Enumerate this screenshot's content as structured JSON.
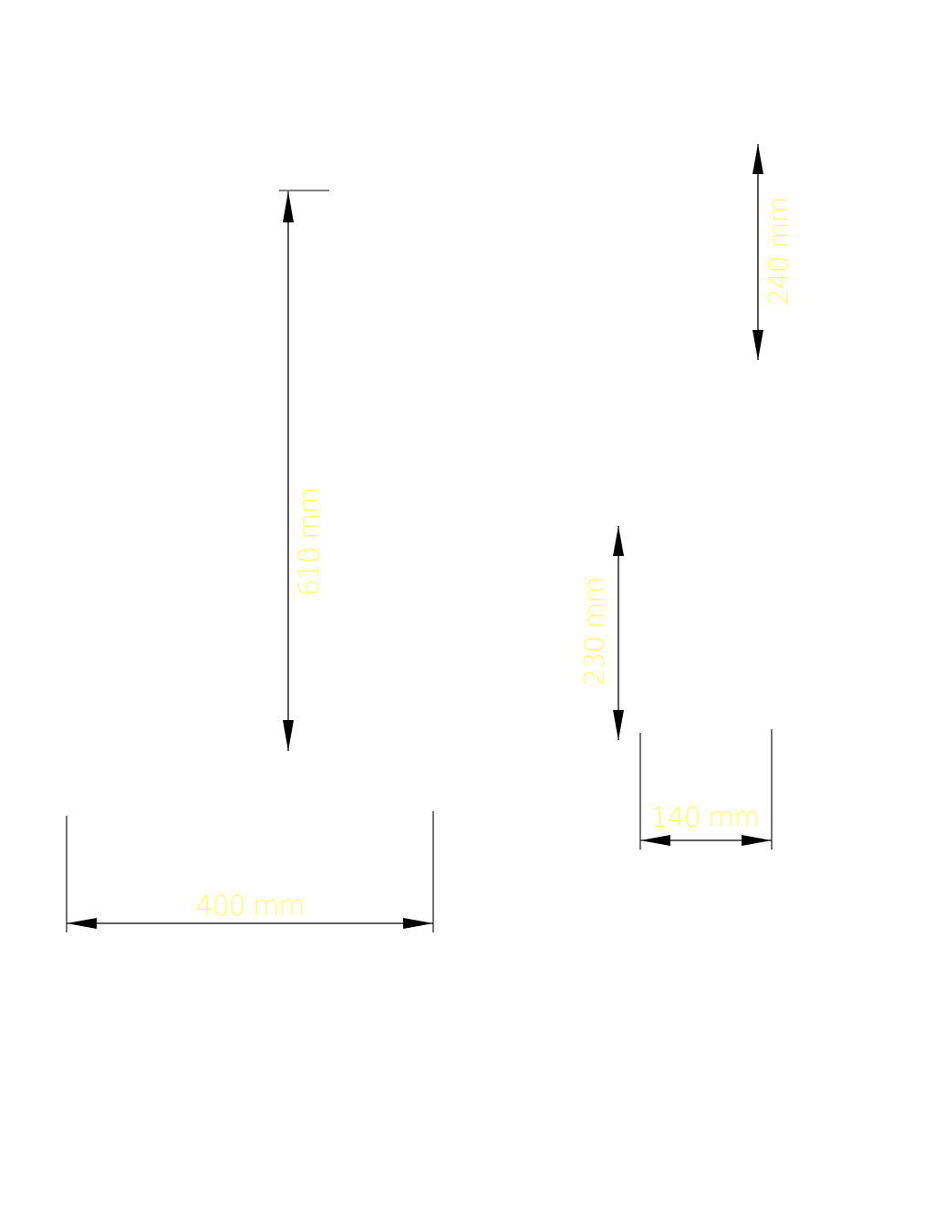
{
  "drawing": {
    "text_color": "#ffff66",
    "line_color": "#000000",
    "dimensions": {
      "vertical_610": {
        "label": "610 mm",
        "value": 610,
        "unit": "mm"
      },
      "vertical_240": {
        "label": "240 mm",
        "value": 240,
        "unit": "mm"
      },
      "vertical_230": {
        "label": "230 mm",
        "value": 230,
        "unit": "mm"
      },
      "horizontal_400": {
        "label": "400 mm",
        "value": 400,
        "unit": "mm"
      },
      "horizontal_140": {
        "label": "140 mm",
        "value": 140,
        "unit": "mm"
      }
    }
  }
}
